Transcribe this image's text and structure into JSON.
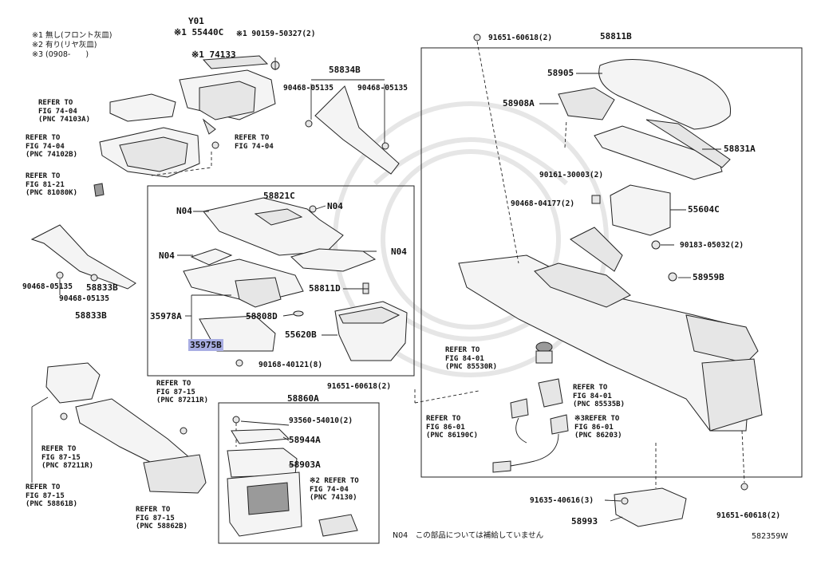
{
  "notes": [
    "※1 無し(フロント灰皿)",
    "※2 有り(リヤ灰皿)",
    "※3 (0908-　　)"
  ],
  "parts": {
    "Y01": "Y01",
    "p155440C": "※1 55440C",
    "p190159": "※1 90159-50327(2)",
    "p174133": "※1 74133",
    "p58834B": "58834B",
    "p90468a": "90468-05135",
    "p90468b": "90468-05135",
    "p58821C": "58821C",
    "N04": "N04",
    "p58811D": "58811D",
    "p35978A": "35978A",
    "p58808D": "58808D",
    "p55620B": "55620B",
    "p35975B": "35975B",
    "p90168": "90168-40121(8)",
    "p58833B": "58833B",
    "p58860A": "58860A",
    "p93560": "93560-54010(2)",
    "p58944A": "58944A",
    "p58903A": "58903A",
    "p91651": "91651-60618(2)",
    "p58811B": "58811B",
    "p58905": "58905",
    "p58908A": "58908A",
    "p58831A": "58831A",
    "p90161": "90161-30003(2)",
    "p90468c": "90468-04177(2)",
    "p55604C": "55604C",
    "p90183": "90183-05032(2)",
    "p58959B": "58959B",
    "p91635": "91635-40616(3)",
    "p58993": "58993"
  },
  "refs": {
    "r1": [
      "REFER TO",
      "FIG 74-04",
      "(PNC 74103A)"
    ],
    "r2": [
      "REFER TO",
      "FIG 74-04",
      "(PNC 74102B)"
    ],
    "r3": [
      "REFER TO",
      "FIG 74-04"
    ],
    "r4": [
      "REFER TO",
      "FIG 81-21",
      "(PNC 81080K)"
    ],
    "r5": [
      "REFER TO",
      "FIG 87-15",
      "(PNC 87211R)"
    ],
    "r6": [
      "REFER TO",
      "FIG 87-15",
      "(PNC 87211R)"
    ],
    "r7": [
      "REFER TO",
      "FIG 87-15",
      "(PNC 58861B)"
    ],
    "r8": [
      "REFER TO",
      "FIG 87-15",
      "(PNC 58862B)"
    ],
    "r9": [
      "※2 REFER TO",
      "FIG 74-04",
      "(PNC 74130)"
    ],
    "r10": [
      "REFER TO",
      "FIG 84-01",
      "(PNC 85530R)"
    ],
    "r11": [
      "REFER TO",
      "FIG 84-01",
      "(PNC 85535B)"
    ],
    "r12": [
      "REFER TO",
      "FIG 86-01",
      "(PNC 86190C)"
    ],
    "r13": [
      "※3REFER TO",
      "FIG 86-01",
      "(PNC 86203)"
    ]
  },
  "footer": {
    "note": "N04　この部品については補給していません",
    "id": "582359W"
  },
  "colors": {
    "highlight": "#a9aee3",
    "line": "#222222",
    "background": "#ffffff"
  }
}
